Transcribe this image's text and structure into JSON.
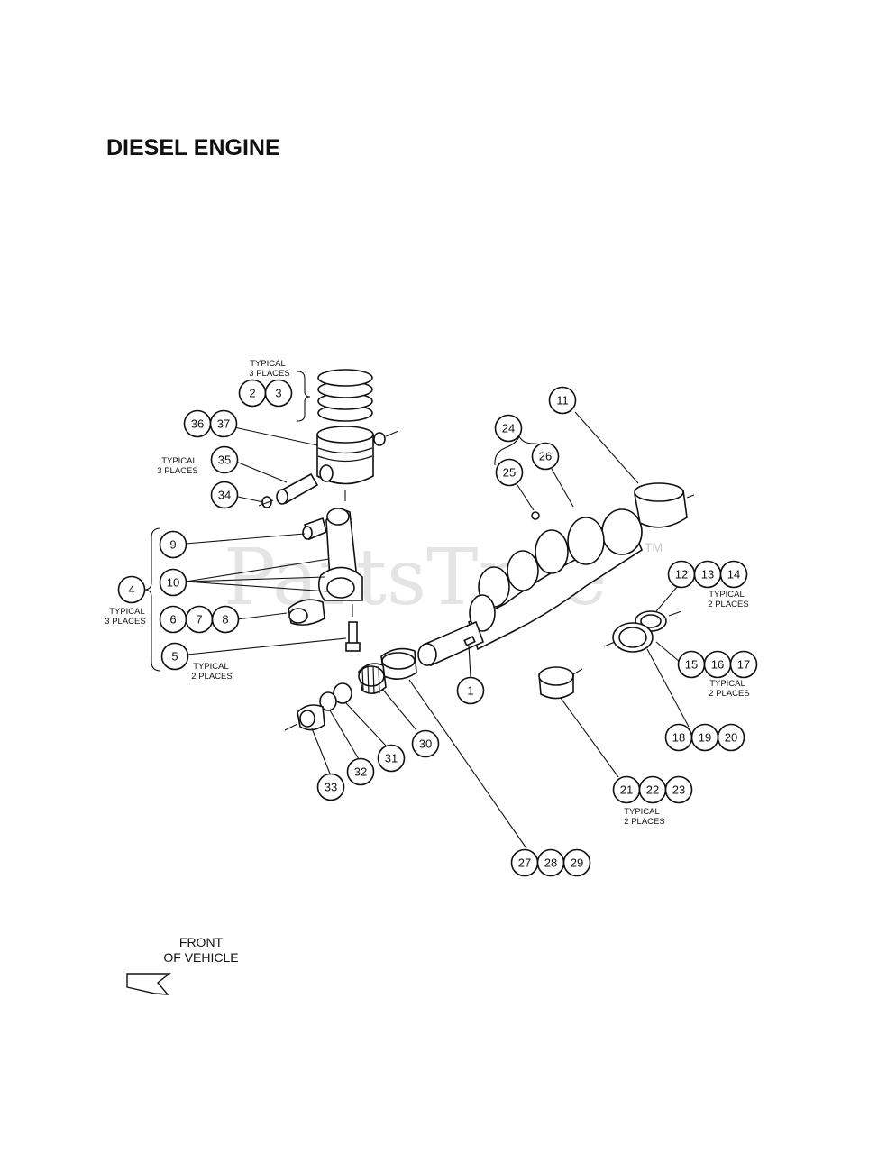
{
  "title": "DIESEL ENGINE",
  "watermark": {
    "text": "PartsTree",
    "tm": "TM"
  },
  "callouts": [
    {
      "label": "2"
    },
    {
      "label": "3"
    },
    {
      "label": "36"
    },
    {
      "label": "37"
    },
    {
      "label": "35"
    },
    {
      "label": "34"
    },
    {
      "label": "9"
    },
    {
      "label": "10"
    },
    {
      "label": "4"
    },
    {
      "label": "6"
    },
    {
      "label": "7"
    },
    {
      "label": "8"
    },
    {
      "label": "5"
    },
    {
      "label": "11"
    },
    {
      "label": "24"
    },
    {
      "label": "25"
    },
    {
      "label": "26"
    },
    {
      "label": "12"
    },
    {
      "label": "13"
    },
    {
      "label": "14"
    },
    {
      "label": "15"
    },
    {
      "label": "16"
    },
    {
      "label": "17"
    },
    {
      "label": "18"
    },
    {
      "label": "19"
    },
    {
      "label": "20"
    },
    {
      "label": "1"
    },
    {
      "label": "30"
    },
    {
      "label": "31"
    },
    {
      "label": "32"
    },
    {
      "label": "33"
    },
    {
      "label": "21"
    },
    {
      "label": "22"
    },
    {
      "label": "23"
    },
    {
      "label": "27"
    },
    {
      "label": "28"
    },
    {
      "label": "29"
    }
  ],
  "notes": {
    "rings_typical": [
      "TYPICAL",
      "3 PLACES"
    ],
    "pin_typical": [
      "TYPICAL",
      "3 PLACES"
    ],
    "rod_typical": [
      "TYPICAL",
      "3 PLACES"
    ],
    "bolt_typical": [
      "TYPICAL",
      "2 PLACES"
    ],
    "seal_12_typical": [
      "TYPICAL",
      "2 PLACES"
    ],
    "seal_15_typical": [
      "TYPICAL",
      "2 PLACES"
    ],
    "bearing_21_typical": [
      "TYPICAL",
      "2 PLACES"
    ]
  },
  "front_label": [
    "FRONT",
    "OF VEHICLE"
  ]
}
